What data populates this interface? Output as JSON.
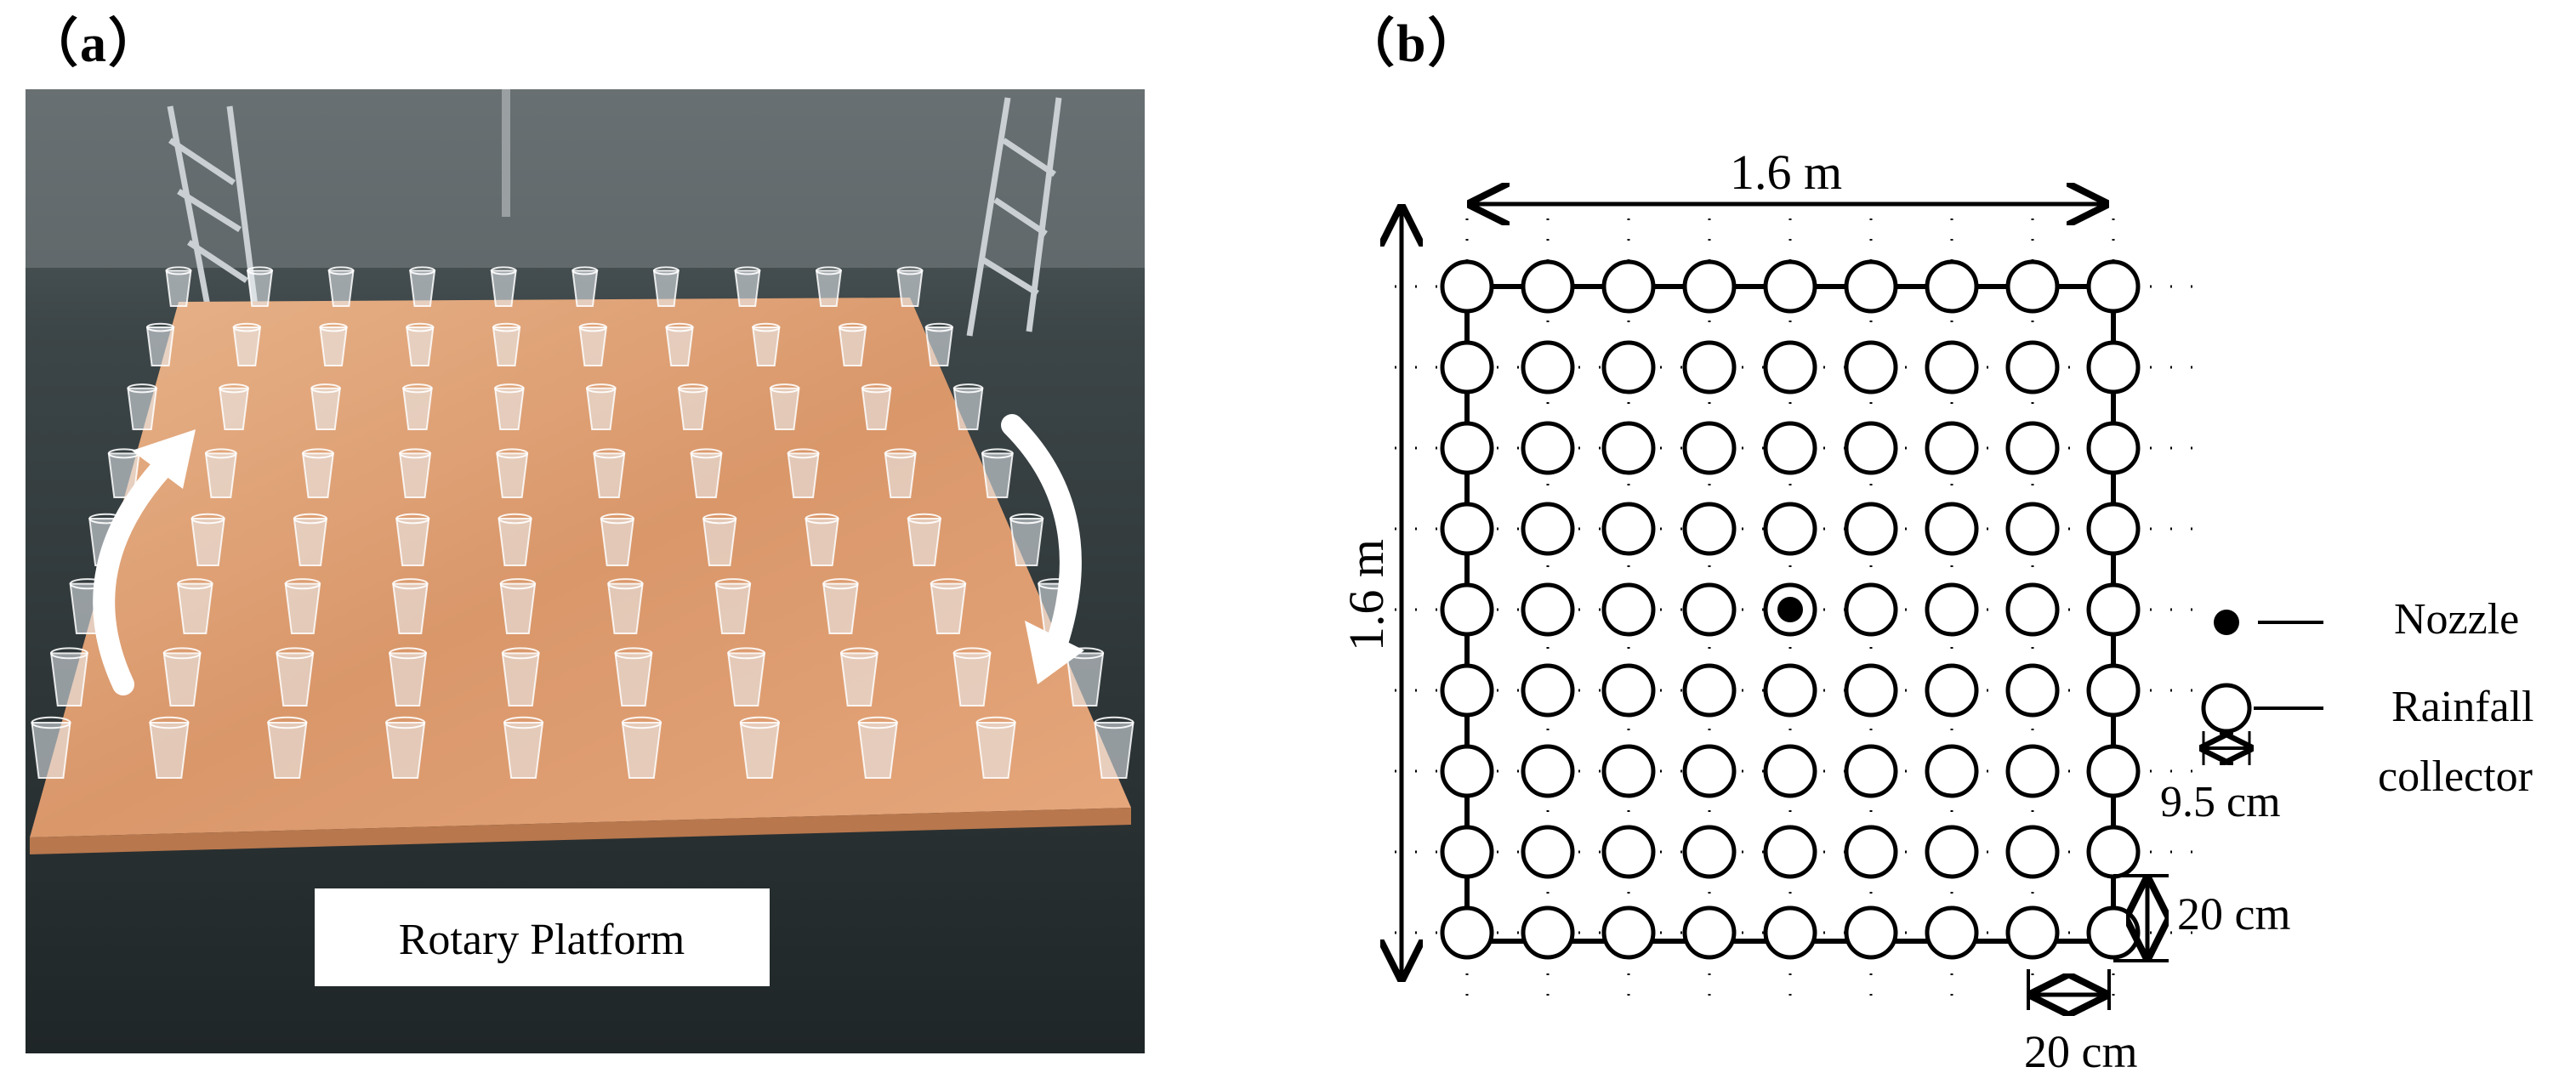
{
  "panels": {
    "a": {
      "label": "（a）",
      "caption": "Rotary Platform"
    },
    "b": {
      "label": "（b）",
      "dim_top": "1.6 m",
      "dim_left": "1.6 m",
      "dim_spacing_vertical": "20 cm",
      "dim_spacing_horizontal": "20 cm",
      "legend": {
        "nozzle": "Nozzle",
        "collector_line1": "Rainfall",
        "collector_line2": "collector",
        "collector_diameter": "9.5 cm"
      }
    }
  },
  "grid": {
    "rows": 9,
    "cols": 9,
    "nozzle_row": 5,
    "nozzle_col": 5
  },
  "colors": {
    "ink": "#000000",
    "platform": "#d99a6c",
    "ground": "#2c3436",
    "arrow": "#ffffff"
  }
}
